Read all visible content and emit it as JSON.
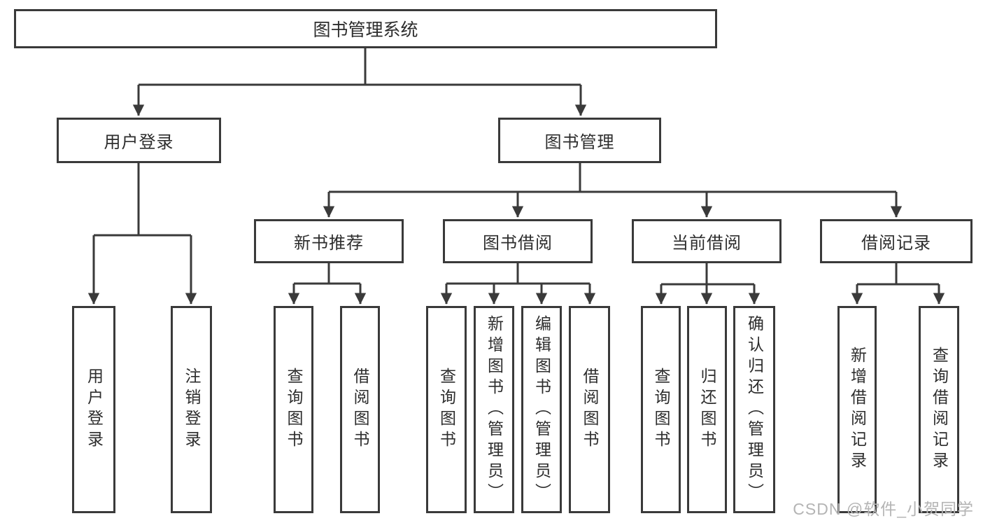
{
  "diagram": {
    "title": "图书管理系统",
    "root": {
      "label": "图书管理系统"
    },
    "level2": [
      {
        "label": "用户登录"
      },
      {
        "label": "图书管理"
      }
    ],
    "level3": [
      {
        "label": "新书推荐",
        "parent": "图书管理"
      },
      {
        "label": "图书借阅",
        "parent": "图书管理"
      },
      {
        "label": "当前借阅",
        "parent": "图书管理"
      },
      {
        "label": "借阅记录",
        "parent": "图书管理"
      }
    ],
    "leaves": [
      {
        "label": "用户登录",
        "parent": "用户登录"
      },
      {
        "label": "注销登录",
        "parent": "用户登录"
      },
      {
        "label": "查询图书",
        "parent": "新书推荐"
      },
      {
        "label": "借阅图书",
        "parent": "新书推荐"
      },
      {
        "label": "查询图书",
        "parent": "图书借阅"
      },
      {
        "label": "新增图书（管理员）",
        "parent": "图书借阅"
      },
      {
        "label": "编辑图书（管理员）",
        "parent": "图书借阅"
      },
      {
        "label": "借阅图书",
        "parent": "图书借阅"
      },
      {
        "label": "查询图书",
        "parent": "当前借阅"
      },
      {
        "label": "归还图书",
        "parent": "当前借阅"
      },
      {
        "label": "确认归还（管理员）",
        "parent": "当前借阅"
      },
      {
        "label": "新增借阅记录",
        "parent": "借阅记录"
      },
      {
        "label": "查询借阅记录",
        "parent": "借阅记录"
      }
    ]
  },
  "watermark": {
    "text": "CSDN @软件_小贺同学"
  },
  "colors": {
    "line": "#3a3a3a",
    "text": "#2d2d2d",
    "watermark": "#b4b4b4",
    "background": "#ffffff"
  }
}
